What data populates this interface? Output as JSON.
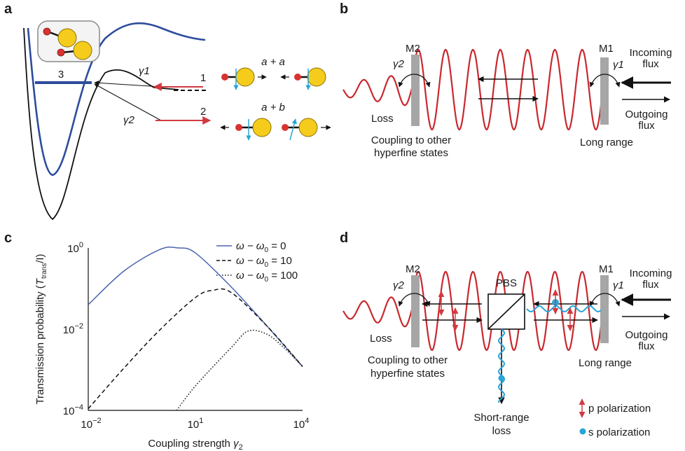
{
  "panel_a": {
    "label": "a",
    "channel3": "3",
    "channel1": "1",
    "channel2": "2",
    "gamma1": "γ1",
    "gamma2": "γ2",
    "reaction1": "a + a",
    "reaction2": "a + b"
  },
  "panel_b": {
    "label": "b",
    "mirror2": "M2",
    "mirror1": "M1",
    "gamma2": "γ2",
    "gamma1": "γ1",
    "incoming_l1": "Incoming",
    "incoming_l2": "flux",
    "outgoing_l1": "Outgoing",
    "outgoing_l2": "flux",
    "loss": "Loss",
    "coupling_l1": "Coupling to other",
    "coupling_l2": "hyperfine states",
    "long_range": "Long range"
  },
  "panel_c": {
    "label": "c"
  },
  "panel_d": {
    "label": "d",
    "mirror2": "M2",
    "mirror1": "M1",
    "gamma2": "γ2",
    "gamma1": "γ1",
    "pbs": "PBS",
    "incoming_l1": "Incoming",
    "incoming_l2": "flux",
    "outgoing_l1": "Outgoing",
    "outgoing_l2": "flux",
    "loss": "Loss",
    "coupling_l1": "Coupling to",
    "coupling_l2": "other",
    "coupling_l3": "hyperfine states",
    "long_range": "Long range",
    "short_range_l1": "Short-range",
    "short_range_l2": "loss",
    "p_pol": "p polarization",
    "s_pol": "s polarization"
  },
  "chart_data": {
    "type": "line",
    "xscale": "log",
    "yscale": "log",
    "xlim": [
      0.01,
      10000
    ],
    "ylim": [
      0.0001,
      1
    ],
    "xlabel": "Coupling strength γ2",
    "ylabel": "Transmission probability (Ttrans/I)",
    "x_ticks": [
      "10−2",
      "101",
      "104"
    ],
    "y_ticks": [
      "100",
      "10−2",
      "10−4"
    ],
    "legend_position": "top-right",
    "series": [
      {
        "name": "ω − ω0 = 0",
        "style": "solid",
        "color": "#4a64b0",
        "x": [
          0.01,
          0.1,
          1,
          3.3,
          10,
          100,
          1000,
          10000
        ],
        "y": [
          0.04,
          0.27,
          0.91,
          1.0,
          0.75,
          0.11,
          0.012,
          0.0012
        ]
      },
      {
        "name": "ω − ω0 = 10",
        "style": "dashed",
        "color": "#111111",
        "x": [
          0.01,
          0.1,
          1,
          10,
          30,
          100,
          1000,
          10000
        ],
        "y": [
          0.00011,
          0.0011,
          0.0095,
          0.06,
          0.09,
          0.08,
          0.012,
          0.0012
        ]
      },
      {
        "name": "ω − ω0 = 100",
        "style": "dotted",
        "color": "#111111",
        "x": [
          3,
          10,
          100,
          300,
          1000,
          3000,
          10000
        ],
        "y": [
          0.0001,
          0.0004,
          0.0035,
          0.009,
          0.0075,
          0.0035,
          0.0012
        ]
      }
    ]
  }
}
